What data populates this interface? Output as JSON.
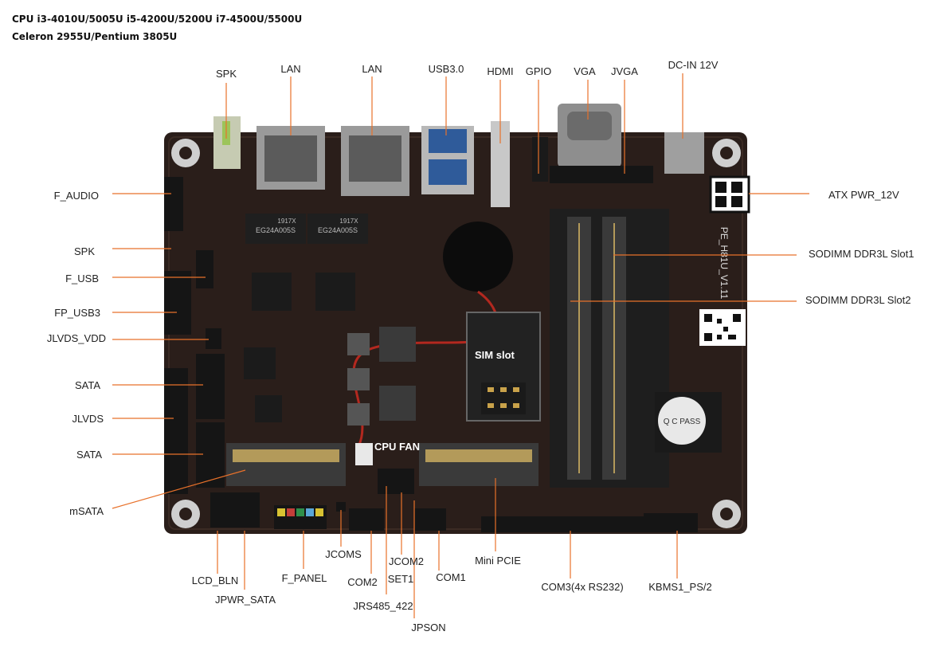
{
  "header": {
    "line1": "CPU i3-4010U/5005U i5-4200U/5200U i7-4500U/5500U",
    "line2": "Celeron 2955U/Pentium 3805U"
  },
  "board": {
    "model_text": "PE_H81U_V1.11",
    "chip_labels": [
      "1917X",
      "EG24A005S"
    ],
    "qc_sticker": "Q C PASS"
  },
  "top_labels": {
    "spk": "SPK",
    "lan1": "LAN",
    "lan2": "LAN",
    "usb3": "USB3.0",
    "hdmi": "HDMI",
    "gpio": "GPIO",
    "vga": "VGA",
    "jvga": "JVGA",
    "dcin": "DC-IN 12V"
  },
  "left_labels": {
    "f_audio": "F_AUDIO",
    "spk": "SPK",
    "f_usb": "F_USB",
    "fp_usb3": "FP_USB3",
    "jlvds_vdd": "JLVDS_VDD",
    "sata1": "SATA",
    "jlvds": "JLVDS",
    "sata2": "SATA",
    "msata": "mSATA"
  },
  "right_labels": {
    "atx_pwr": "ATX PWR_12V",
    "sodimm1": "SODIMM DDR3L Slot1",
    "sodimm2": "SODIMM DDR3L Slot2"
  },
  "on_board_labels": {
    "sim_slot": "SIM slot",
    "cpu_fan": "CPU FAN"
  },
  "bottom_labels": {
    "lcd_bln": "LCD_BLN",
    "jpwr_sata": "JPWR_SATA",
    "f_panel": "F_PANEL",
    "jcoms": "JCOMS",
    "com2": "COM2",
    "jcom2": "JCOM2",
    "set1": "SET1",
    "jrs485": "JRS485_422",
    "com1": "COM1",
    "jpson": "JPSON",
    "mini_pcie": "Mini PCIE",
    "com3": "COM3(4x RS232)",
    "kbms": "KBMS1_PS/2"
  },
  "colors": {
    "pcb": "#2a1e1a",
    "leader_line": "#e8712a",
    "label_text": "#222222"
  }
}
